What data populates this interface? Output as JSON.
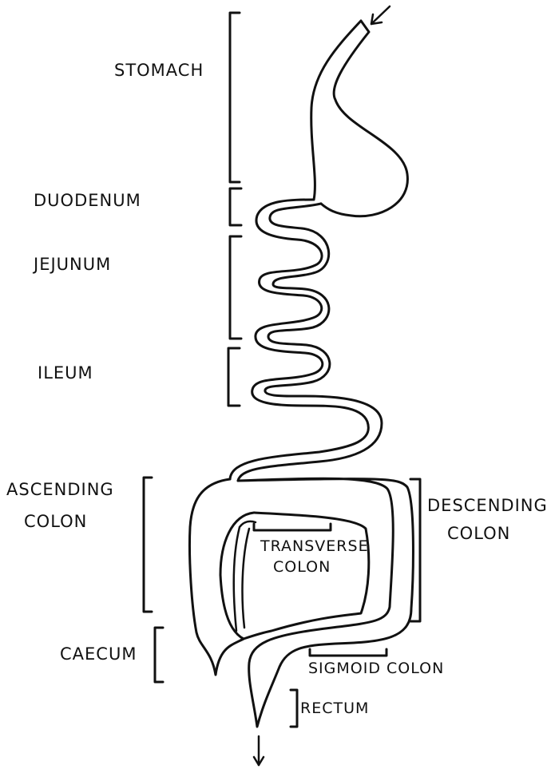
{
  "labels": {
    "stomach": "STOMACH",
    "duodenum": "DUODENUM",
    "jejunum": "JEJUNUM",
    "ileum": "ILEUM",
    "ascending_1": "ASCENDING",
    "ascending_2": "COLON",
    "descending_1": "DESCENDING",
    "descending_2": "COLON",
    "transverse_1": "TRANSVERSE",
    "transverse_2": "COLON",
    "caecum": "CAECUM",
    "sigmoid": "SIGMOID COLON",
    "rectum": "RECTUM"
  },
  "colors": {
    "ink": "#111111",
    "paper": "#ffffff"
  }
}
